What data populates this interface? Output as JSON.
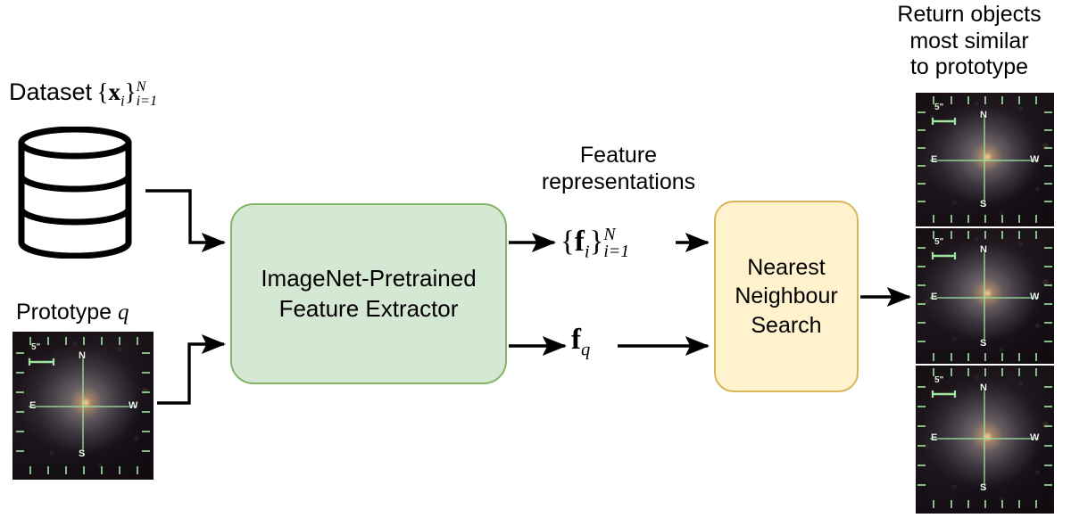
{
  "diagram": {
    "title": "ImageNet-pretrained feature extractor similarity search pipeline",
    "colors": {
      "feature_extractor_fill": "#d5e8d4",
      "feature_extractor_stroke": "#82b366",
      "nn_search_fill": "#fff2cc",
      "nn_search_stroke": "#d6b656",
      "arrow": "#000000",
      "background": "#ffffff",
      "cutout_overlay": "#9ee89e"
    }
  },
  "labels": {
    "dataset": {
      "text": "Dataset",
      "math_var": "x",
      "math_sub": "i",
      "math_sup": "N",
      "math_lower_limit": "i=1",
      "full": "Dataset {x_i}^N_{i=1}"
    },
    "prototype": {
      "text": "Prototype",
      "math_var": "q",
      "full": "Prototype q"
    },
    "feature_representations": {
      "line1": "Feature",
      "line2": "representations"
    },
    "return_objects": {
      "line1": "Return objects",
      "line2": "most similar",
      "line3": "to prototype"
    }
  },
  "boxes": {
    "feature_extractor": {
      "line1": "ImageNet-Pretrained",
      "line2": "Feature Extractor"
    },
    "nn_search": {
      "line1": "Nearest",
      "line2": "Neighbour",
      "line3": "Search"
    }
  },
  "expressions": {
    "feature_set": {
      "var": "f",
      "sub": "i",
      "sup": "N",
      "lower_limit": "i=1",
      "full": "{f_i}^N_{i=1}"
    },
    "feature_query": {
      "var": "f",
      "sub": "q",
      "full": "f_q"
    }
  },
  "cutouts": {
    "overlay": {
      "north": "N",
      "east": "E",
      "south": "S",
      "west": "W",
      "scale_bar": "5\""
    },
    "prototype": {
      "name": "prototype-galaxy-cutout"
    },
    "results": [
      {
        "name": "result-galaxy-cutout-1",
        "rank": 1
      },
      {
        "name": "result-galaxy-cutout-2",
        "rank": 2
      },
      {
        "name": "result-galaxy-cutout-3",
        "rank": 3
      }
    ]
  },
  "flow": {
    "edges": [
      {
        "from": "dataset-cylinder",
        "to": "feature-extractor-box"
      },
      {
        "from": "prototype-image",
        "to": "feature-extractor-box"
      },
      {
        "from": "feature-extractor-box",
        "to": "feature-set-expression"
      },
      {
        "from": "feature-set-expression",
        "to": "nn-search-box"
      },
      {
        "from": "feature-extractor-box",
        "to": "feature-query-expression"
      },
      {
        "from": "feature-query-expression",
        "to": "nn-search-box"
      },
      {
        "from": "nn-search-box",
        "to": "result-images"
      }
    ]
  }
}
